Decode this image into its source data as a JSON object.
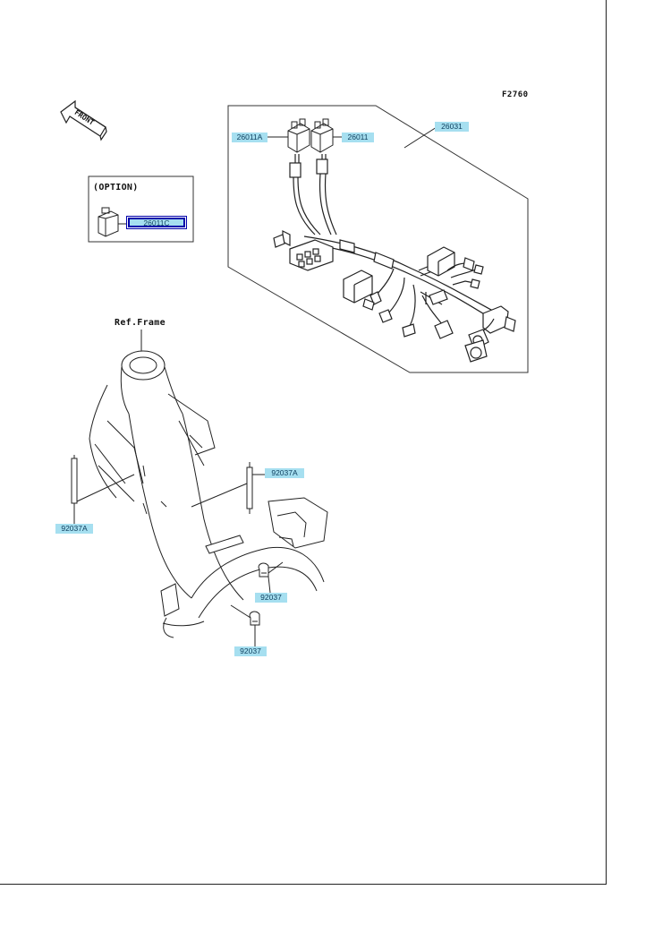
{
  "figure": {
    "code": "F2760",
    "front_label": "FRONT",
    "option_label": "(OPTION)",
    "frame_label": "Ref.Frame"
  },
  "callouts": {
    "c26011A": "26011A",
    "c26011": "26011",
    "c26031": "26031",
    "c26011C": "26011C",
    "c92037A_left": "92037A",
    "c92037A_right": "92037A",
    "c92037_upper": "92037",
    "c92037_lower": "92037"
  },
  "colors": {
    "callout_fill": "#a6dff0",
    "callout_highlight_border": "#0000aa",
    "line_art": "#222222"
  }
}
